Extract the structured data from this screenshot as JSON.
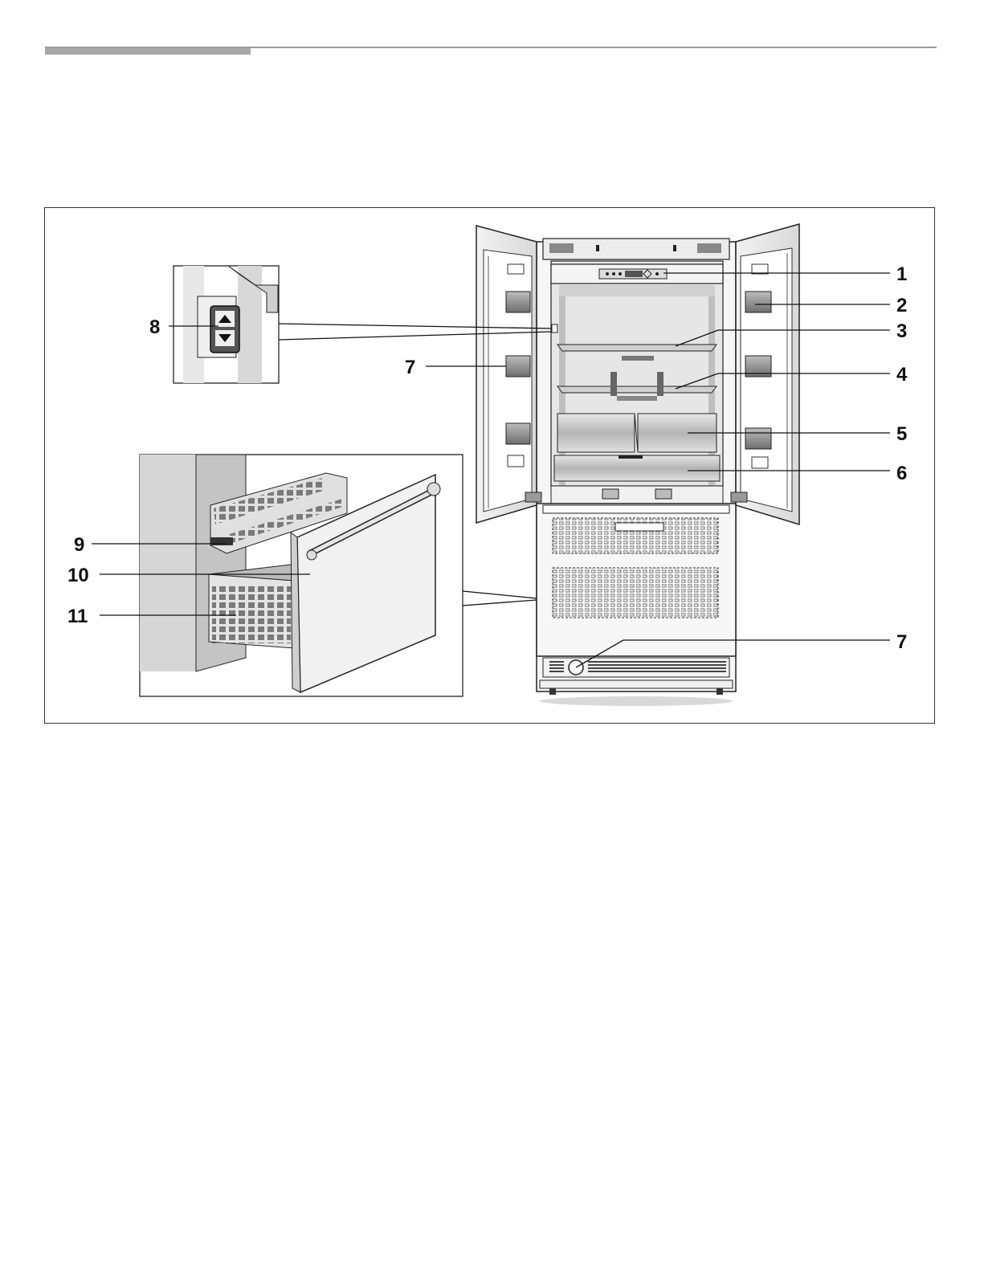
{
  "header": {
    "accent_color": "#a8a8a8",
    "rule_color": "#9a9a9a"
  },
  "figure": {
    "callouts": [
      {
        "id": "1",
        "label": "1",
        "side": "right",
        "target": "control-panel"
      },
      {
        "id": "2",
        "label": "2",
        "side": "right",
        "target": "door-bin"
      },
      {
        "id": "3",
        "label": "3",
        "side": "right",
        "target": "upper-shelf"
      },
      {
        "id": "4",
        "label": "4",
        "side": "right",
        "target": "lower-shelf"
      },
      {
        "id": "5",
        "label": "5",
        "side": "right",
        "target": "crisper-drawers"
      },
      {
        "id": "6",
        "label": "6",
        "side": "right",
        "target": "bottom-drawer"
      },
      {
        "id": "7a",
        "label": "7",
        "side": "left",
        "target": "door-bin-left"
      },
      {
        "id": "7b",
        "label": "7",
        "side": "right",
        "target": "base-grille-button"
      },
      {
        "id": "8",
        "label": "8",
        "side": "left",
        "target": "door-switch-inset"
      },
      {
        "id": "9",
        "label": "9",
        "side": "left",
        "target": "upper-freezer-basket"
      },
      {
        "id": "10",
        "label": "10",
        "side": "left",
        "target": "freezer-drawer-front"
      },
      {
        "id": "11",
        "label": "11",
        "side": "left",
        "target": "lower-freezer-basket"
      }
    ]
  }
}
